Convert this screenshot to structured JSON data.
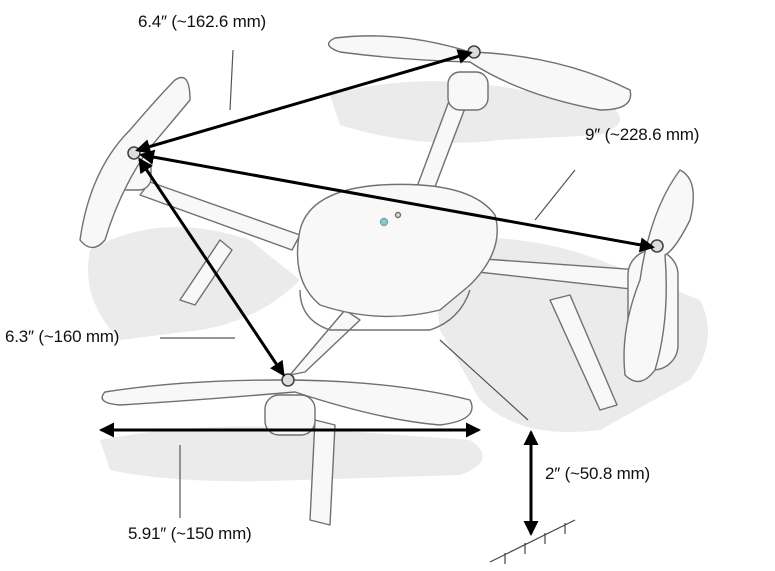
{
  "dimensions": {
    "top_diagonal": "6.4″ (~162.6 mm)",
    "long_diagonal": "9″ (~228.6 mm)",
    "side_diagonal": "6.3″ (~160 mm)",
    "propeller_span": "5.91″ (~150 mm)",
    "height": "2″ (~50.8 mm)"
  },
  "colors": {
    "arrow": "#000000",
    "outline": "#6e6e6e",
    "body_fill": "#f7f7f7",
    "shadow": "#e9e9e9"
  }
}
